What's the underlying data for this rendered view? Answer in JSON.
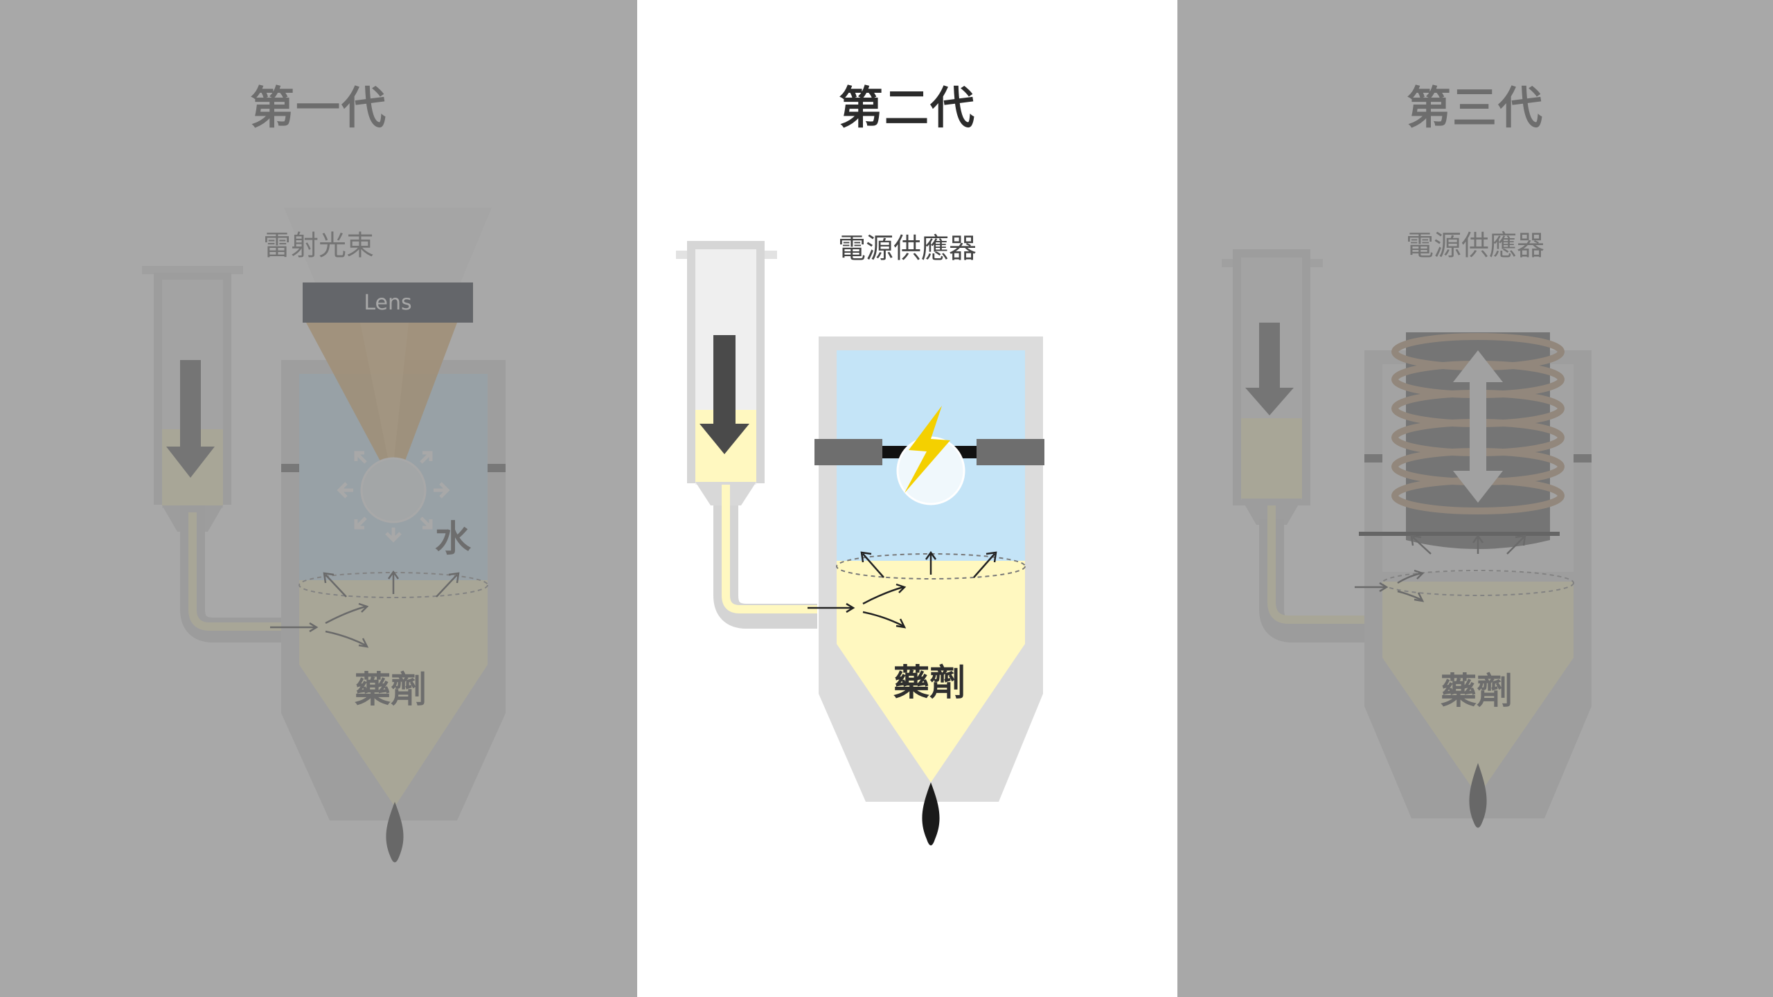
{
  "panels": [
    {
      "title": "第一代",
      "source_label": "雷射光束",
      "lens_label": "Lens",
      "water_label": "水",
      "drug_label": "藥劑",
      "dimmed": true
    },
    {
      "title": "第二代",
      "source_label": "電源供應器",
      "drug_label": "藥劑",
      "dimmed": false
    },
    {
      "title": "第三代",
      "source_label": "電源供應器",
      "drug_label": "藥劑",
      "dimmed": true
    }
  ],
  "colors": {
    "background": "#ffffff",
    "drug": "#fff8c0",
    "water": "#c4e4f7",
    "laser": "#e0a24a",
    "lightning": "#f4d000",
    "coil": "#b08a60",
    "chamber": "#dcdcdc"
  }
}
